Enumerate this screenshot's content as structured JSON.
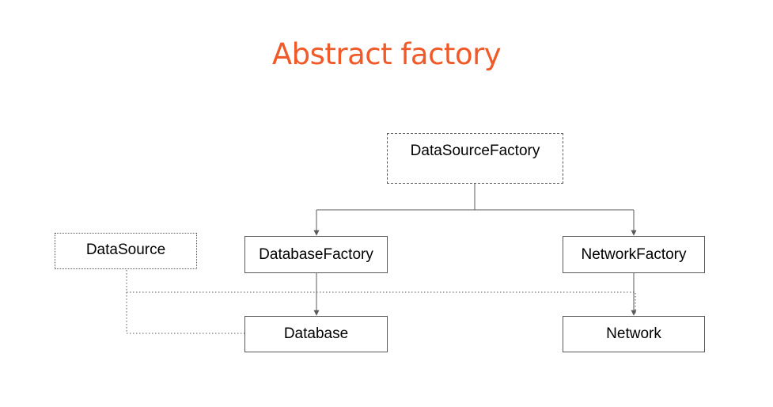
{
  "title": "Abstract factory",
  "colors": {
    "title": "#f05a28",
    "line": "#595959"
  },
  "nodes": {
    "data_source_factory": "DataSourceFactory",
    "data_source": "DataSource",
    "database_factory": "DatabaseFactory",
    "network_factory": "NetworkFactory",
    "database": "Database",
    "network": "Network"
  }
}
